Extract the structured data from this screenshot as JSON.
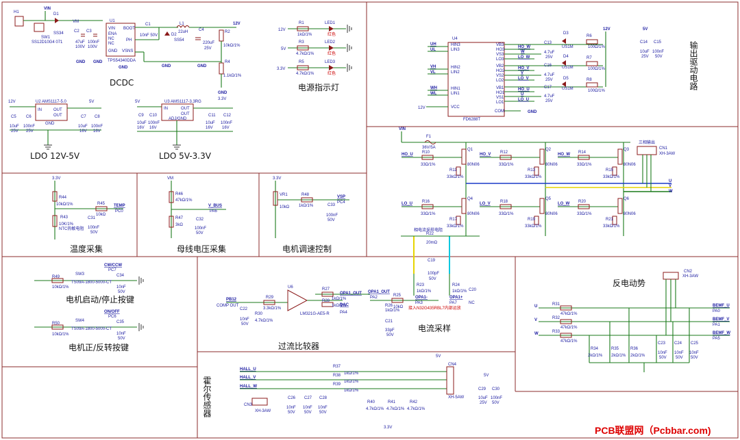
{
  "section_titles": {
    "dcdc": "DCDC",
    "power_led": "电源指示灯",
    "ldo1": "LDO 12V-5V",
    "ldo2": "LDO 5V-3.3V",
    "temp": "温度采集",
    "vbus": "母线电压采集",
    "speed": "电机调速控制",
    "start_stop": "电机启动/停止按键",
    "dir": "电机正/反转按键",
    "ocp": "过流比较器",
    "current": "电流采样",
    "bemf": "反电动势",
    "hall": "霍尔传感器",
    "drive": "输出驱动电路"
  },
  "dcdc": {
    "H1": "H1",
    "VIN": "VIN",
    "D1": "D1",
    "D1v": "SS34",
    "SW1": "SW1",
    "SW1v": "SS12D10G4 071",
    "VM": "VM",
    "C2": "C2",
    "C2v": "47uF",
    "C2v2": "100V",
    "C3": "C3",
    "C3v": "100nF",
    "C3v2": "100V",
    "U1": "U1",
    "U1v": "TPS54340DDA",
    "pins": [
      "VIN",
      "ENA",
      "NC",
      "NC",
      "GND",
      "BOOT",
      "PH",
      "VSNS"
    ],
    "C1": "C1",
    "C1v": "10nF 50V",
    "L1": "L1",
    "L1v": "22uH",
    "D2": "D2",
    "D2v": "SS54",
    "C4": "C4",
    "C4v": "220uF",
    "C4v2": "25V",
    "R2": "R2",
    "R2v": "10kΩ/1%",
    "R4": "R4",
    "R4v": "1.1kΩ/1%",
    "n12V": "12V",
    "GND": "GND"
  },
  "led": {
    "rows": [
      {
        "v": "12V",
        "r": "R1",
        "rv": "1kΩ/1%",
        "l": "LED1",
        "c": "红色"
      },
      {
        "v": "5V",
        "r": "R3",
        "rv": "4.7kΩ/1%",
        "l": "LED2",
        "c": "红色"
      },
      {
        "v": "3.3V",
        "r": "R5",
        "rv": "4.7kΩ/1%",
        "l": "LED3",
        "c": "红色"
      }
    ]
  },
  "ldo1": {
    "u": "U2 AMS1117-5.0",
    "vin": "12V",
    "vout": "5V",
    "in": "IN",
    "out1": "OUT",
    "out2": "OUT",
    "gnd": "GND",
    "caps": [
      {
        "n": "C5",
        "v": "10uF",
        "v2": "25V"
      },
      {
        "n": "C6",
        "v": "100nF",
        "v2": "25V"
      },
      {
        "n": "C7",
        "v": "10uF",
        "v2": "16V"
      },
      {
        "n": "C8",
        "v": "100nF",
        "v2": "16V"
      }
    ]
  },
  "ldo2": {
    "u": "U3 AMS1117-3.3RG",
    "vin": "5V",
    "vout": "3.3V",
    "in": "IN",
    "out1": "OUT",
    "out2": "OUT",
    "adj": "ADJ/GND",
    "caps": [
      {
        "n": "C9",
        "v": "10uF",
        "v2": "16V"
      },
      {
        "n": "C10",
        "v": "100nF",
        "v2": "16V"
      },
      {
        "n": "C11",
        "v": "10uF",
        "v2": "16V"
      },
      {
        "n": "C12",
        "v": "100nF",
        "v2": "16V"
      }
    ]
  },
  "temp": {
    "v": "3.3V",
    "r44": "R44",
    "r44v": "10kΩ/1%",
    "r45": "R45",
    "r45v": "10kΩ",
    "net": "TEMP",
    "pin": "PC0",
    "c31": "C31",
    "c31v": "100nF",
    "c31v2": "50V",
    "r43": "R43",
    "r43v": "10K/1%",
    "ntc": "NTC热敏电阻"
  },
  "vbus": {
    "v": "VM",
    "r46": "R46",
    "r46v": "47kΩ/1%",
    "net": "V_BUS",
    "pin": "PA6",
    "r47": "R47",
    "r47v": "3kΩ",
    "c32": "C32",
    "c32v": "100nF",
    "c32v2": "50V"
  },
  "speed": {
    "v": "3.3V",
    "vr": "VR1",
    "vrv": "10kΩ",
    "r48": "R48",
    "r48v": "1kΩ/1%",
    "net": "VSP",
    "pin": "PC4",
    "c33": "C33",
    "c33v": "100nF",
    "c33v2": "50V"
  },
  "btn1": {
    "r": "R49",
    "rv": "10kΩ/1%",
    "sw": "SW3",
    "swv": "TS09A-1800-5000-CT",
    "net": "CW/CCW",
    "pin": "PC7",
    "c": "C34",
    "cv": "10nF",
    "cv2": "50V"
  },
  "btn2": {
    "r": "R50",
    "rv": "10kΩ/1%",
    "sw": "SW4",
    "swv": "TS09A-1800-5000-CT",
    "net": "ON/OFF",
    "pin": "PC6",
    "c": "C35",
    "cv": "10nF",
    "cv2": "50V"
  },
  "ocp": {
    "pb12": "PB12",
    "comp": "COMP OUT",
    "r29": "R29",
    "r29v": "3.3kΩ/1%",
    "u6": "U6",
    "u6v": "LM321G-AE5-R",
    "r27": "R27",
    "r27v": "1kΩ/1%",
    "r28": "R28",
    "r28v": "1kΩ/1%",
    "opa1": "OPA1_OUT",
    "dac": "DAC",
    "pa4": "PA4",
    "c22": "C22",
    "c22v": "10nF",
    "c22v2": "50V",
    "r30": "R30",
    "r30v": "4.7kΩ/1%"
  },
  "current": {
    "opa1": "OPA1_OUT",
    "pa2": "PA2",
    "r25": "R25",
    "r25v": "10kΩ",
    "r26": "R26",
    "r26v": "1kΩ/1%",
    "c21": "C21",
    "c21v": "33pF",
    "c21v2": "50V",
    "opam": "OPA1-",
    "pa3": "PA3",
    "opap": "OPA1+",
    "pa7": "PA7",
    "note": "接入N32G435RBL7内部运放",
    "r23": "R23",
    "r23v": "1kΩ/1%",
    "r24": "R24",
    "r24v": "1kΩ/1%",
    "c19": "C19",
    "c19v": "100pF",
    "c19v2": "50V",
    "c20": "C20",
    "c20v": "NC",
    "r22": "R22",
    "r22v": "20mΩ",
    "shunt": "相电流采样电阻"
  },
  "bemf": {
    "cn2": "CN2",
    "cn2v": "XH-3AW",
    "rows": [
      {
        "ph": "U",
        "r": "R31",
        "rv": "47kΩ/1%",
        "net": "BEMF_U",
        "pin": "PA0"
      },
      {
        "ph": "V",
        "r": "R32",
        "rv": "47kΩ/1%",
        "net": "BEMF_V",
        "pin": "PA1"
      },
      {
        "ph": "W",
        "r": "R33",
        "rv": "47kΩ/1%",
        "net": "BEMF_W",
        "pin": "PA5"
      }
    ],
    "low": [
      {
        "n": "R34",
        "v": "2kΩ/1%"
      },
      {
        "n": "R35",
        "v": "2kΩ/1%"
      },
      {
        "n": "R36",
        "v": "2kΩ/1%"
      },
      {
        "n": "C23",
        "v": "10nF",
        "v2": "50V"
      },
      {
        "n": "C24",
        "v": "10nF",
        "v2": "50V"
      },
      {
        "n": "C25",
        "v": "10nF",
        "v2": "50V"
      }
    ]
  },
  "hall": {
    "nets": [
      "HALL_U",
      "HALL_V",
      "HALL_W"
    ],
    "r": [
      {
        "n": "R37",
        "v": "1kΩ/1%"
      },
      {
        "n": "R38",
        "v": "1kΩ/1%"
      },
      {
        "n": "R39",
        "v": "1kΩ/1%"
      }
    ],
    "pull": [
      {
        "n": "R40",
        "v": "4.7kΩ/1%"
      },
      {
        "n": "R41",
        "v": "4.7kΩ/1%"
      },
      {
        "n": "R42",
        "v": "4.7kΩ/1%"
      }
    ],
    "caps": [
      {
        "n": "C26",
        "v": "10nF",
        "v2": "50V"
      },
      {
        "n": "C27",
        "v": "10nF",
        "v2": "50V"
      },
      {
        "n": "C28",
        "v": "10nF",
        "v2": "50V"
      }
    ],
    "cn3": "CN3",
    "cn3v": "XH-3AW",
    "cn4": "CN4",
    "cn4v": "XH-5AW",
    "v5": "5V",
    "v33": "3.3V",
    "c29": "C29",
    "c29v": "10uF",
    "c29v2": "25V",
    "c30": "C30",
    "c30v": "100nF",
    "c30v2": "50V"
  },
  "driver": {
    "u4": "U4",
    "u4v": "FD6288T",
    "left": [
      "HIN3",
      "LIN3",
      "HIN2",
      "LIN2",
      "HIN1",
      "LIN1",
      "VCC"
    ],
    "right": [
      "VB3",
      "HO3",
      "VS3",
      "LO3",
      "VB2",
      "HO2",
      "VS2",
      "LO2",
      "VB1",
      "HO1",
      "VS1",
      "LO1",
      "COM"
    ],
    "inputs": [
      "UH",
      "UL",
      "VH",
      "VL",
      "WH",
      "WL"
    ],
    "outs": [
      "HO_W",
      "W",
      "LO_W",
      "HO_V",
      "V",
      "LO_V",
      "HO_U",
      "U",
      "LO_U"
    ],
    "v12": "12V",
    "diodes": [
      {
        "n": "D3",
        "v": "US1M"
      },
      {
        "n": "D4",
        "v": "US1M"
      },
      {
        "n": "D5",
        "v": "US1M"
      }
    ],
    "caps": [
      {
        "n": "C13",
        "v": "4.7uF",
        "v2": "25V"
      },
      {
        "n": "C16",
        "v": "4.7uF",
        "v2": "25V"
      },
      {
        "n": "C17",
        "v": "4.7uF",
        "v2": "25V"
      },
      {
        "n": "C14",
        "v": "10uF",
        "v2": "25V"
      },
      {
        "n": "C15",
        "v": "100nF",
        "v2": "50V"
      }
    ],
    "res": [
      {
        "n": "R6",
        "v": "100Ω/1%"
      },
      {
        "n": "R7",
        "v": "100Ω/1%"
      },
      {
        "n": "R8",
        "v": "100Ω/1%"
      }
    ]
  },
  "bridge": {
    "vin": "VIN",
    "fuse": "F1",
    "fusev": "36V/5A",
    "cn1": "CN1",
    "cn1v": "XH-3AW",
    "motor": "三相输出",
    "hi": [
      {
        "net": "HO_U",
        "r": "R10",
        "rv": "33Ω/1%",
        "q": "Q1",
        "qv": "80N06",
        "rg": "R11",
        "rgv": "33kΩ/1%"
      },
      {
        "net": "HO_V",
        "r": "R12",
        "rv": "33Ω/1%",
        "q": "Q2",
        "qv": "80N06",
        "rg": "R13",
        "rgv": "33kΩ/1%"
      },
      {
        "net": "HO_W",
        "r": "R14",
        "rv": "33Ω/1%",
        "q": "Q3",
        "qv": "80N06",
        "rg": "R15",
        "rgv": "33kΩ/1%"
      }
    ],
    "lo": [
      {
        "net": "LO_U",
        "r": "R16",
        "rv": "33Ω/1%",
        "q": "Q4",
        "qv": "80N06",
        "rg": "R17",
        "rgv": "33kΩ/1%"
      },
      {
        "net": "LO_V",
        "r": "R18",
        "rv": "33Ω/1%",
        "q": "Q5",
        "qv": "80N06",
        "rg": "R19",
        "rgv": "33kΩ/1%"
      },
      {
        "net": "LO_W",
        "r": "R20",
        "rv": "33Ω/1%",
        "q": "Q6",
        "qv": "80N06",
        "rg": "R21",
        "rgv": "33kΩ/1%"
      }
    ],
    "phases": [
      "U",
      "V",
      "W"
    ]
  },
  "watermark": "PCB联盟网（Pcbbar.com)"
}
